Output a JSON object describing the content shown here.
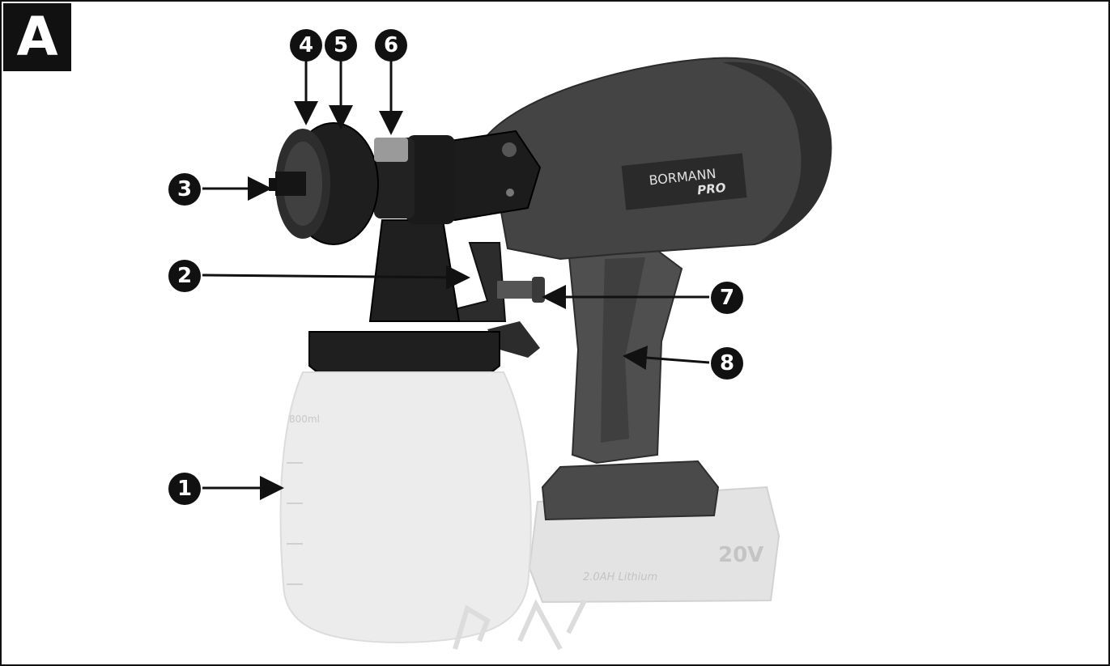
{
  "section_letter": "A",
  "colors": {
    "callout_fill": "#111111",
    "callout_text": "#ffffff",
    "housing_dark": "#3a3a3a",
    "housing_mid": "#555555",
    "container": "#ececec",
    "battery": "#e2e2e2"
  },
  "product": {
    "brand": "BORMANN",
    "line": "PRO",
    "battery_voltage": "20V",
    "battery_spec": "2.0AH Lithium",
    "container_scale": "800ml"
  },
  "callouts": [
    {
      "number": "1"
    },
    {
      "number": "2"
    },
    {
      "number": "3"
    },
    {
      "number": "4"
    },
    {
      "number": "5"
    },
    {
      "number": "6"
    },
    {
      "number": "7"
    },
    {
      "number": "8"
    }
  ]
}
